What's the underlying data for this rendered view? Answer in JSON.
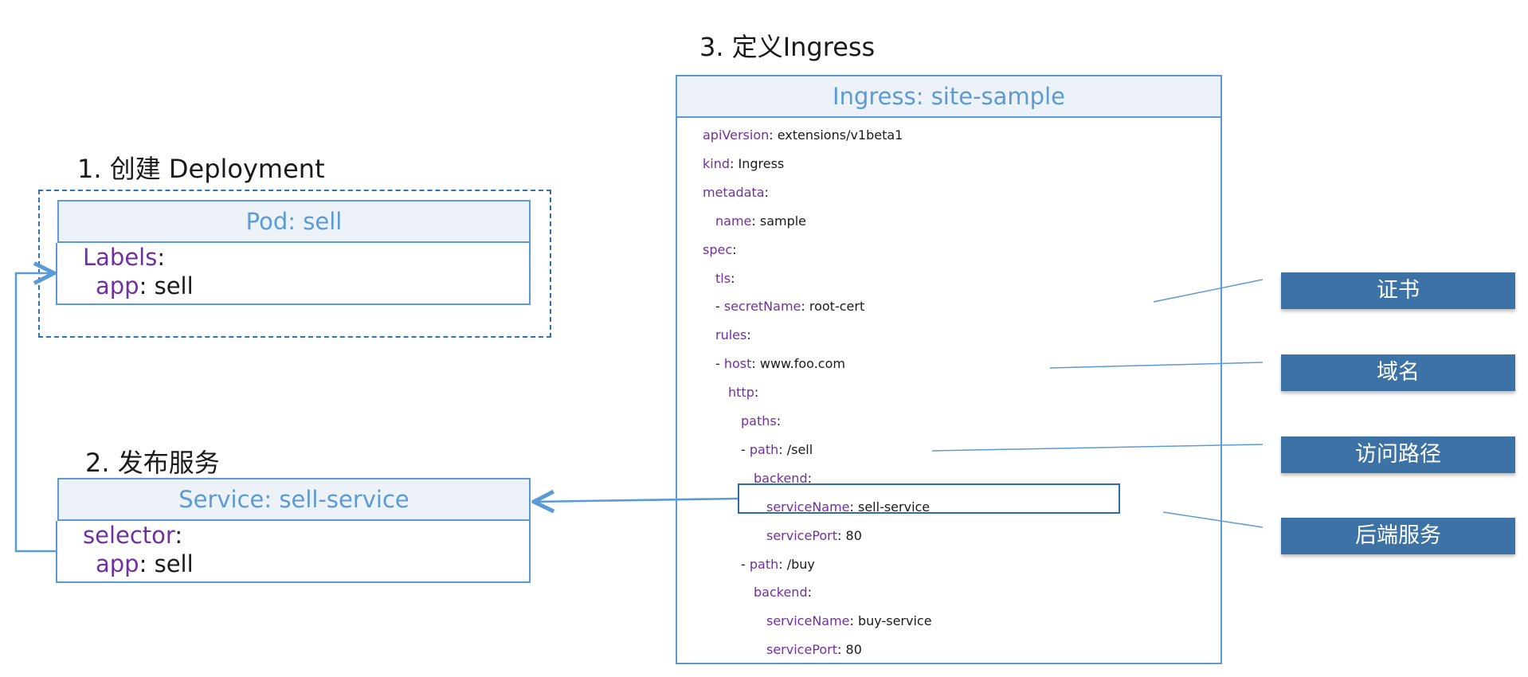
{
  "steps": {
    "deployment": "1. 创建 Deployment",
    "service": "2. 发布服务",
    "ingress": "3. 定义Ingress"
  },
  "pod": {
    "header": "Pod: sell",
    "lines": [
      {
        "indent": 0,
        "key": "Labels",
        "value": ""
      },
      {
        "indent": 1,
        "key": "app",
        "value": "sell"
      }
    ]
  },
  "service": {
    "header": "Service: sell-service",
    "lines": [
      {
        "indent": 0,
        "key": "selector",
        "value": ""
      },
      {
        "indent": 1,
        "key": "app",
        "value": "sell"
      }
    ]
  },
  "ingress": {
    "header": "Ingress: site-sample",
    "lines": [
      {
        "indent": 0,
        "prefix": "",
        "key": "apiVersion",
        "value": "extensions/v1beta1"
      },
      {
        "indent": 0,
        "prefix": "",
        "key": "kind",
        "value": "Ingress"
      },
      {
        "indent": 0,
        "prefix": "",
        "key": "metadata",
        "value": ""
      },
      {
        "indent": 1,
        "prefix": "",
        "key": "name",
        "value": "sample"
      },
      {
        "indent": 0,
        "prefix": "",
        "key": "spec",
        "value": ""
      },
      {
        "indent": 1,
        "prefix": "",
        "key": "tls",
        "value": ""
      },
      {
        "indent": 1,
        "prefix": "- ",
        "key": "secretName",
        "value": "root-cert"
      },
      {
        "indent": 1,
        "prefix": "",
        "key": "rules",
        "value": ""
      },
      {
        "indent": 1,
        "prefix": "- ",
        "key": "host",
        "value": "www.foo.com"
      },
      {
        "indent": 2,
        "prefix": "",
        "key": "http",
        "value": ""
      },
      {
        "indent": 3,
        "prefix": "",
        "key": "paths",
        "value": ""
      },
      {
        "indent": 3,
        "prefix": "- ",
        "key": "path",
        "value": "/sell"
      },
      {
        "indent": 4,
        "prefix": "",
        "key": "backend",
        "value": ""
      },
      {
        "indent": 5,
        "prefix": "",
        "key": "serviceName",
        "value": "sell-service"
      },
      {
        "indent": 5,
        "prefix": "",
        "key": "servicePort",
        "value": "80"
      },
      {
        "indent": 3,
        "prefix": "- ",
        "key": "path",
        "value": "/buy"
      },
      {
        "indent": 4,
        "prefix": "",
        "key": "backend",
        "value": ""
      },
      {
        "indent": 5,
        "prefix": "",
        "key": "serviceName",
        "value": "buy-service"
      },
      {
        "indent": 5,
        "prefix": "",
        "key": "servicePort",
        "value": "80"
      }
    ]
  },
  "callouts": [
    {
      "id": "cert",
      "label": "证书"
    },
    {
      "id": "domain",
      "label": "域名"
    },
    {
      "id": "path",
      "label": "访问路径"
    },
    {
      "id": "backend",
      "label": "后端服务"
    }
  ],
  "colors": {
    "key": "#7030a0",
    "frame": "#5b9bd5",
    "header_bg": "#edf2f9",
    "callout_bg": "#3c72a6",
    "dashed": "#2e74b5"
  }
}
